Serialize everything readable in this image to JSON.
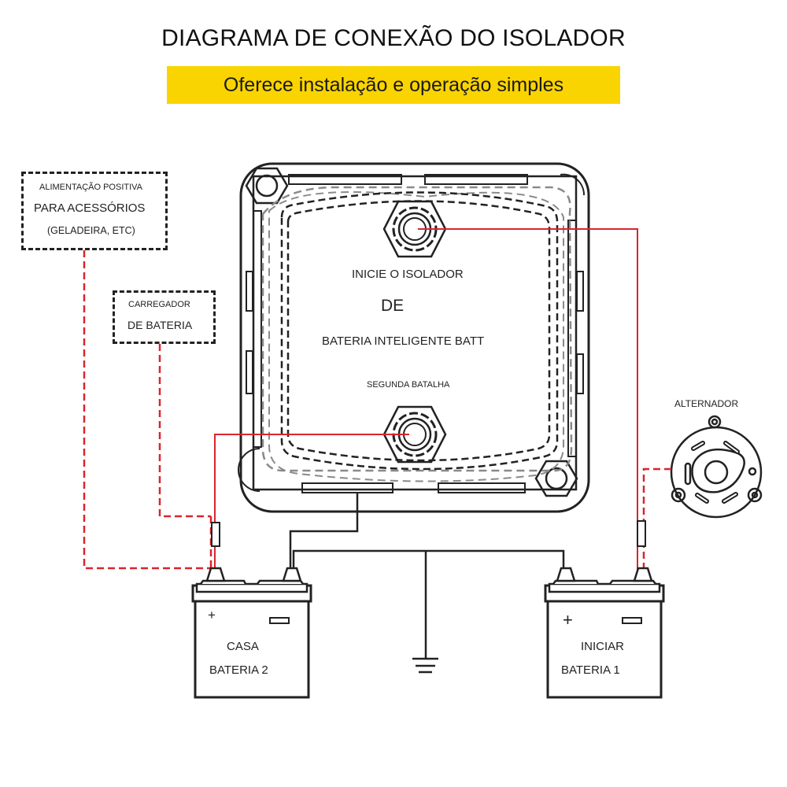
{
  "header": {
    "title": "DIAGRAMA DE CONEXÃO DO ISOLADOR",
    "subtitle": "Oferece instalação e operação simples",
    "subtitle_bg_color": "#fad400"
  },
  "accessory_box": {
    "line1": "ALIMENTAÇÃO POSITIVA",
    "line2": "PARA ACESSÓRIOS",
    "line3": "(GELADEIRA, ETC)"
  },
  "charger_box": {
    "line1": "CARREGADOR",
    "line2": "DE BATERIA"
  },
  "isolator": {
    "line1": "INICIE O ISOLADOR",
    "line2": "DE",
    "line3": "BATERIA INTELIGENTE BATT",
    "line4": "SEGUNDA BATALHA"
  },
  "alternator": {
    "label": "ALTERNADOR"
  },
  "battery_house": {
    "plus": "+",
    "line1": "CASA",
    "line2": "BATERIA 2"
  },
  "battery_start": {
    "plus": "+",
    "line1": "INICIAR",
    "line2": "BATERIA 1"
  },
  "colors": {
    "wire_positive": "#d9252f",
    "wire_negative": "#222222",
    "outline": "#222222",
    "dashed_gray": "#8a8a8a"
  }
}
